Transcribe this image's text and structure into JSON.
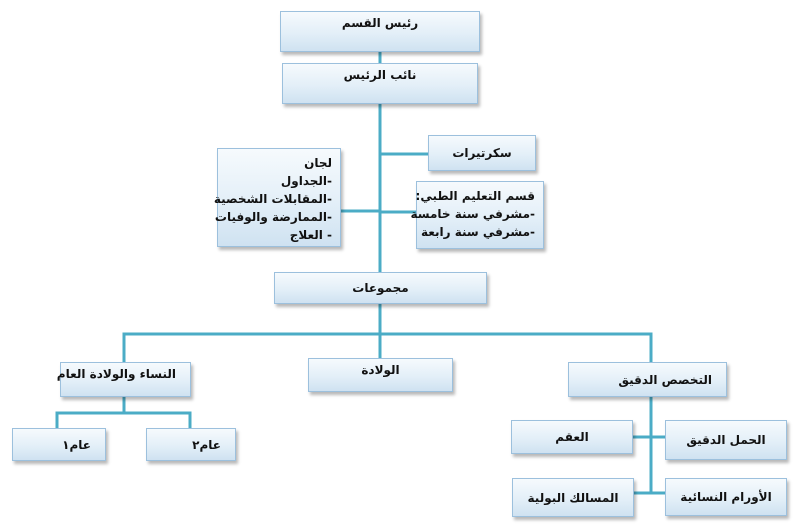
{
  "nodes": {
    "head": "رئيس القسم",
    "deputy": "نائب الرئيس",
    "secretaries": "سكرتيرات",
    "committees": {
      "title": "لجان",
      "items": [
        "-الجداول",
        "-المقابلات الشخصية",
        "-الممارضة والوفيات",
        "- العلاج"
      ]
    },
    "medical_education": {
      "title": "قسم التعليم الطبي:",
      "items": [
        "-مشرفي سنة خامسة",
        "-مشرفي سنة رابعة"
      ]
    },
    "groups": "مجموعات",
    "obgyn_general": "النساء والولادة العام",
    "obstetrics": "الولادة",
    "subspecialty": "التخصص الدقيق",
    "year1": "عام١",
    "year2": "عام٢",
    "infertility": "العقم",
    "high_risk_pregnancy": "الحمل الدقيق",
    "urogynecology": "المسالك البولية",
    "gyn_oncology": "الأورام النسائية"
  },
  "colors": {
    "connector": "#4bacc6",
    "box_border": "#9cc0dd",
    "box_fill_top": "#f6fafd",
    "box_fill_bottom": "#cfe2f1"
  }
}
